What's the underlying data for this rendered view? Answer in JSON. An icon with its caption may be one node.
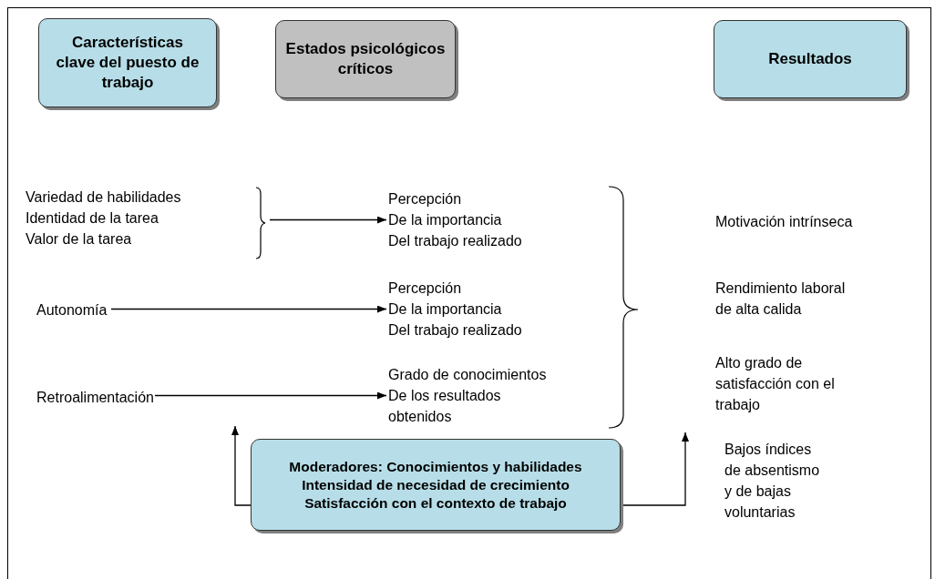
{
  "diagram": {
    "nodes": [
      {
        "text": [
          "Características clave del puesto de trabajo"
        ]
      },
      {
        "text": [
          "Estados psicológicos críticos"
        ]
      },
      {
        "text": [
          "Resultados"
        ]
      },
      {
        "text": [
          "Variedad de habilidades",
          "Identidad de la tarea",
          "Valor de la tarea"
        ]
      },
      {
        "text": [
          "Percepción",
          "De la importancia",
          "Del trabajo realizado"
        ]
      },
      {
        "text": [
          "Autonomía"
        ]
      },
      {
        "text": [
          "Percepción",
          "De la importancia",
          "Del trabajo realizado"
        ]
      },
      {
        "text": [
          "Retroalimentación"
        ]
      },
      {
        "text": [
          "Grado de conocimientos",
          "De los resultados obtenidos"
        ]
      },
      {
        "text": [
          "Motivación intrínseca"
        ]
      },
      {
        "text": [
          "Rendimiento laboral de alta calida"
        ]
      },
      {
        "text": [
          "Alto grado de satisfacción con el trabajo"
        ]
      },
      {
        "text": [
          "Bajos índices de absentismo y de bajas voluntarias"
        ]
      },
      {
        "text": [
          "Moderadores: Conocimientos y habilidades",
          "Intensidad de necesidad de crecimiento",
          "Satisfacción con el contexto de trabajo"
        ]
      }
    ],
    "edges": [
      {
        "from": 3,
        "to": 4,
        "arrow": "to"
      },
      {
        "from": 5,
        "to": 6,
        "arrow": "to"
      },
      {
        "from": 7,
        "to": 8,
        "arrow": "to"
      },
      {
        "from": 13,
        "to": null,
        "arrow": "to"
      },
      {
        "from": 13,
        "to": null,
        "arrow": "to"
      }
    ]
  }
}
